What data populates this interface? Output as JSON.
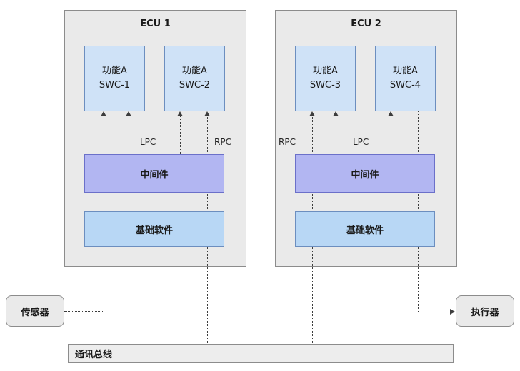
{
  "colors": {
    "ecu_fill": "#eaeaea",
    "ecu_border": "#8c8c8c",
    "swc_fill": "#cfe2f7",
    "swc_border": "#6c8ebf",
    "middleware_fill": "#b2b6f2",
    "middleware_border": "#6b70c9",
    "bsw_fill": "#b8d7f5",
    "bsw_border": "#6c8ebf",
    "node_fill": "#eaeaea",
    "node_border": "#8c8c8c",
    "bus_fill": "#ededed",
    "line_color": "#3d3d3d"
  },
  "ecu1": {
    "title": "ECU 1",
    "swc_a": {
      "l1": "功能A",
      "l2": "SWC-1"
    },
    "swc_b": {
      "l1": "功能A",
      "l2": "SWC-2"
    },
    "lpc": "LPC",
    "rpc": "RPC",
    "middleware": "中间件",
    "bsw": "基础软件"
  },
  "ecu2": {
    "title": "ECU 2",
    "swc_a": {
      "l1": "功能A",
      "l2": "SWC-3"
    },
    "swc_b": {
      "l1": "功能A",
      "l2": "SWC-4"
    },
    "rpc": "RPC",
    "lpc": "LPC",
    "middleware": "中间件",
    "bsw": "基础软件"
  },
  "sensor": {
    "label": "传感器"
  },
  "actuator": {
    "label": "执行器"
  },
  "bus": {
    "label": "通讯总线"
  }
}
